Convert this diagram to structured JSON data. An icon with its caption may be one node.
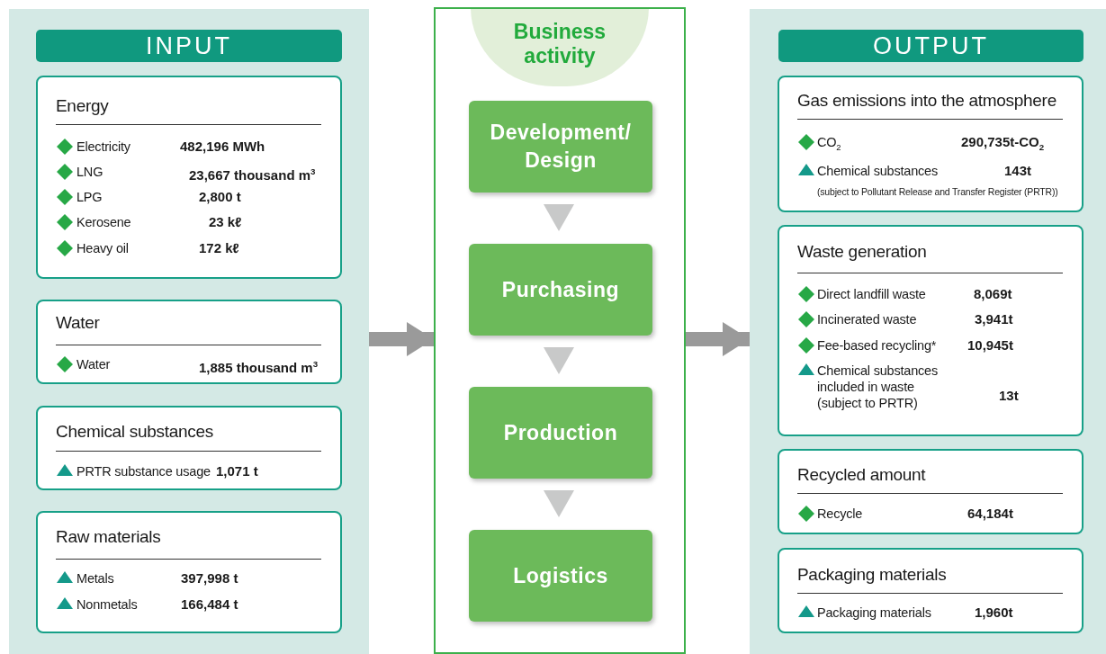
{
  "diagram": {
    "nodes": [
      {
        "text": [
          "INPUT"
        ]
      },
      {
        "text": [
          "Energy",
          "Electricity",
          "482,196 MWh",
          "LNG",
          "23,667 thousand m$^{3}$",
          "LPG",
          "2,800 t",
          "Kerosene",
          "23 kℓ",
          "Heavy oil",
          "172 kℓ"
        ],
        "in": 0
      },
      {
        "text": [
          "Water",
          "Water",
          "1,885 thousand m$^{3}$"
        ],
        "in": 0
      },
      {
        "text": [
          "Chemical substances",
          "PRTR substance usage",
          "1,071 t"
        ],
        "in": 0
      },
      {
        "text": [
          "Raw materials",
          "Metals",
          "397,998 t",
          "Nonmetals",
          "166,484 t"
        ],
        "in": 0
      },
      {
        "text": [
          "Business activity"
        ]
      },
      {
        "text": [
          "Development/ Design"
        ],
        "in": 5
      },
      {
        "text": [
          "Purchasing"
        ],
        "in": 5
      },
      {
        "text": [
          "Production"
        ],
        "in": 5
      },
      {
        "text": [
          "Logistics"
        ],
        "in": 5
      },
      {
        "text": [
          "OUTPUT"
        ]
      },
      {
        "text": [
          "Gas emissions into the atmosphere",
          "CO$_{2}$",
          "290,735t-CO$_{2}$",
          "Chemical substances",
          "143t",
          "(subject to Pollutant Release and Transfer Register (PRTR))"
        ],
        "in": 10
      },
      {
        "text": [
          "Waste generation",
          "Direct landfill waste",
          "8,069t",
          "Incinerated waste",
          "3,941t",
          "Fee-based recycling*",
          "10,945t",
          "Chemical substances included in waste (subject to PRTR)",
          "13t"
        ],
        "in": 10
      },
      {
        "text": [
          "Recycled amount",
          "Recycle",
          "64,184t"
        ],
        "in": 10
      },
      {
        "text": [
          "Packaging materials",
          "Packaging materials",
          "1,960t"
        ],
        "in": 10
      }
    ],
    "edges": [
      {
        "from": 0,
        "to": 5,
        "arrow": "to",
        "style": "thick"
      },
      {
        "from": 5,
        "to": 10,
        "arrow": "to",
        "style": "thick"
      },
      {
        "from": 6,
        "to": 7,
        "arrow": "to"
      },
      {
        "from": 7,
        "to": 8,
        "arrow": "to"
      },
      {
        "from": 8,
        "to": 9,
        "arrow": "to"
      }
    ]
  }
}
